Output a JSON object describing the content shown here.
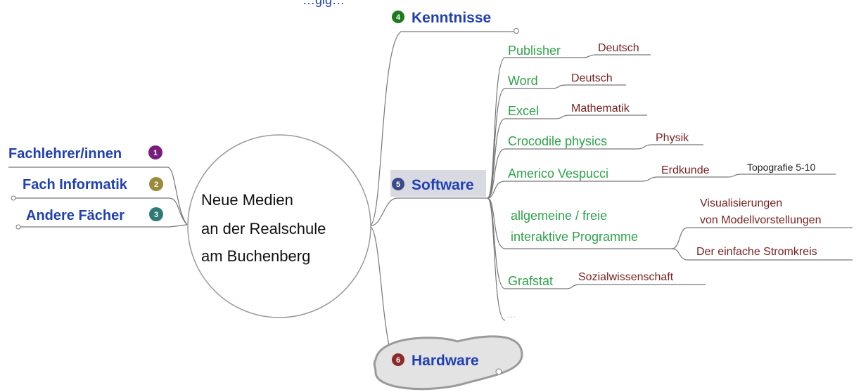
{
  "header_fragment": "…gig…",
  "center": {
    "lines": [
      "Neue Medien",
      "an der Realschule",
      "am Buchenberg"
    ]
  },
  "left_branches": [
    {
      "label": "Fachlehrer/innen",
      "num": "1",
      "color": "#7a1c7c"
    },
    {
      "label": "Fach Informatik",
      "num": "2",
      "color": "#9a8a3a"
    },
    {
      "label": "Andere Fächer",
      "num": "3",
      "color": "#2f7a76"
    }
  ],
  "kenntnisse": {
    "label": "Kenntnisse",
    "num": "4",
    "color": "#1d7a1d"
  },
  "software": {
    "label": "Software",
    "num": "5",
    "color": "#3b4a8a",
    "items": [
      {
        "label": "Publisher",
        "sub": [
          "Deutsch"
        ]
      },
      {
        "label": "Word",
        "sub": [
          "Deutsch"
        ]
      },
      {
        "label": "Excel",
        "sub": [
          "Mathematik"
        ]
      },
      {
        "label": "Crocodile physics",
        "sub": [
          "Physik"
        ]
      },
      {
        "label": "Americo Vespucci",
        "sub": [
          "Erdkunde"
        ],
        "subsub": "Topografie 5-10"
      },
      {
        "label_lines": [
          "allgemeine / freie",
          "interaktive Programme"
        ],
        "sub": [
          "Visualisierungen",
          "von Modellvorstellungen",
          "Der einfache Stromkreis"
        ]
      },
      {
        "label": "Grafstat",
        "sub": [
          "Sozialwissenschaft"
        ]
      },
      {
        "label": "..."
      }
    ]
  },
  "hardware": {
    "label": "Hardware",
    "num": "6",
    "color": "#8a2a2a"
  }
}
